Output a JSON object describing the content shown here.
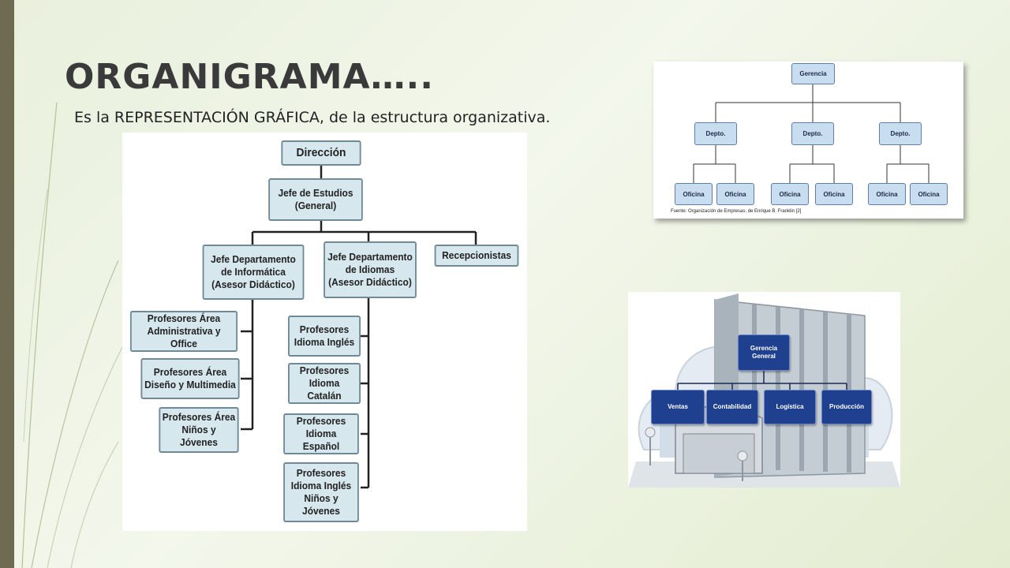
{
  "slide": {
    "title": "ORGANIGRAMA…..",
    "subtitle": "Es  la REPRESENTACIÓN GRÁFICA, de la estructura organizativa."
  },
  "main_chart": {
    "direccion": "Dirección",
    "jefe_estudios": "Jefe de Estudios\n(General)",
    "jefe_informatica": "Jefe Departamento\nde Informática\n(Asesor Didáctico)",
    "jefe_idiomas": "Jefe Departamento\nde Idiomas\n(Asesor Didáctico)",
    "recepcionistas": "Recepcionistas",
    "prof_admin": "Profesores Área\nAdministrativa y Office",
    "prof_diseno": "Profesores Área\nDiseño y Multimedia",
    "prof_ninos": "Profesores Área\nNiños y Jóvenes",
    "prof_ingles": "Profesores\nIdioma Inglés",
    "prof_catalan": "Profesores\nIdioma Catalán",
    "prof_espanol": "Profesores\nIdioma Español",
    "prof_ingles_ninos": "Profesores\nIdioma Inglés\nNiños y Jóvenes"
  },
  "top_right_chart": {
    "root": "Gerencia",
    "depts": [
      "Depto.",
      "Depto.",
      "Depto."
    ],
    "offices": [
      "Oficina",
      "Oficina",
      "Oficina",
      "Oficina",
      "Oficina",
      "Oficina"
    ],
    "caption": "Fuente: Organización de Empresas, de Enrique B. Franklin [2]"
  },
  "illustration": {
    "root": "Gerencia\nGeneral",
    "areas": [
      "Ventas",
      "Contabilidad",
      "Logística",
      "Producción"
    ]
  },
  "colors": {
    "side_bar": "#6f6a52",
    "background": "#eef3e4",
    "main_box_fill": "#d6e7ee",
    "tr_box_fill": "#c9ddf0",
    "illus_box_fill": "#1f3f8f"
  }
}
